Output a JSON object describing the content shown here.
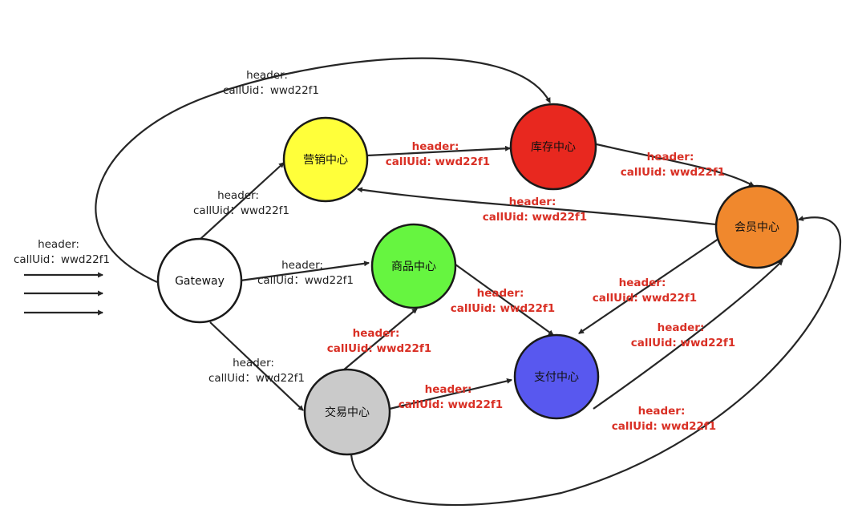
{
  "nodes": {
    "gateway": {
      "label": "Gateway",
      "color": "#ffffff"
    },
    "marketing": {
      "label": "营销中心",
      "color": "#ffff3a"
    },
    "inventory": {
      "label": "库存中心",
      "color": "#e8281f"
    },
    "member": {
      "label": "会员中心",
      "color": "#f0882d"
    },
    "product": {
      "label": "商品中心",
      "color": "#66f540"
    },
    "payment": {
      "label": "支付中心",
      "color": "#5858ef"
    },
    "trade": {
      "label": "交易中心",
      "color": "#cacaca"
    }
  },
  "edge_labels": {
    "incoming": {
      "header": "header:",
      "call": "callUid：wwd22f1"
    },
    "gateway_to_inventory": {
      "header": "header:",
      "call": "callUid：wwd22f1"
    },
    "gateway_to_marketing": {
      "header": "header:",
      "call": "callUid：wwd22f1"
    },
    "gateway_to_product": {
      "header": "header:",
      "call": "callUid：wwd22f1"
    },
    "gateway_to_trade": {
      "header": "header:",
      "call": "callUid：wwd22f1"
    },
    "marketing_to_inventory": {
      "header": "header:",
      "call": "callUid: wwd22f1"
    },
    "inventory_to_member": {
      "header": "header:",
      "call": "callUid: wwd22f1"
    },
    "member_to_marketing": {
      "header": "header:",
      "call": "callUid: wwd22f1"
    },
    "product_to_payment": {
      "header": "header:",
      "call": "callUid: wwd22f1"
    },
    "member_to_payment": {
      "header": "header:",
      "call": "callUid: wwd22f1"
    },
    "trade_to_product": {
      "header": "header:",
      "call": "callUid: wwd22f1"
    },
    "trade_to_payment": {
      "header": "header:",
      "call": "callUid: wwd22f1"
    },
    "payment_to_member": {
      "header": "header:",
      "call": "callUid: wwd22f1"
    },
    "trade_to_member": {
      "header": "header:",
      "call": "callUid: wwd22f1"
    }
  },
  "colors": {
    "label_red": "#d93025",
    "label_black": "#1f1f1f",
    "stroke": "#262626"
  }
}
